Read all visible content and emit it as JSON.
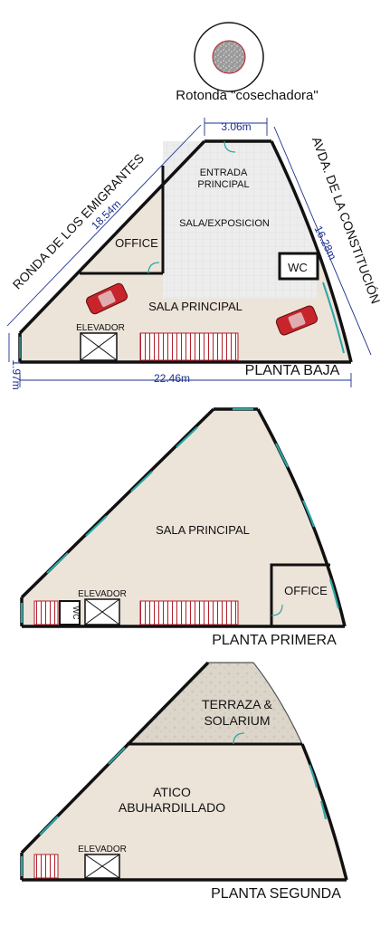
{
  "rotonda": {
    "label": "Rotonda \"cosechadora\""
  },
  "streets": {
    "left": "RONDA DE LOS EMIGRANTES",
    "right": "AVDA. DE LA CONSTITUCIÓN"
  },
  "dimensions": {
    "top": "3.06m",
    "left": "18.54m",
    "right": "16.28m",
    "bottom": "22.46m",
    "side": "1.97m"
  },
  "planta_baja": {
    "title": "PLANTA BAJA",
    "rooms": {
      "entrada": "ENTRADA\nPRINCIPAL",
      "entrada_line1": "ENTRADA",
      "entrada_line2": "PRINCIPAL",
      "sala_exposicion": "SALA/EXPOSICION",
      "office": "OFFICE",
      "wc": "WC",
      "sala_principal": "SALA PRINCIPAL",
      "elevador": "ELEVADOR"
    }
  },
  "planta_primera": {
    "title": "PLANTA PRIMERA",
    "rooms": {
      "sala_principal": "SALA PRINCIPAL",
      "office": "OFFICE",
      "elevador": "ELEVADOR",
      "wc": "WC"
    }
  },
  "planta_segunda": {
    "title": "PLANTA SEGUNDA",
    "rooms": {
      "terraza_line1": "TERRAZA &",
      "terraza_line2": "SOLARIUM",
      "atico_line1": "ATICO",
      "atico_line2": "ABUHARDILLADO",
      "elevador": "ELEVADOR"
    }
  },
  "colors": {
    "floor": "#ece3d9",
    "wall": "#111111",
    "window": "#2aa6a6",
    "stairs": "#b21f2a",
    "dimension": "#1a2f8c",
    "car": "#c8242b",
    "terrace": "#dcd5ca"
  }
}
